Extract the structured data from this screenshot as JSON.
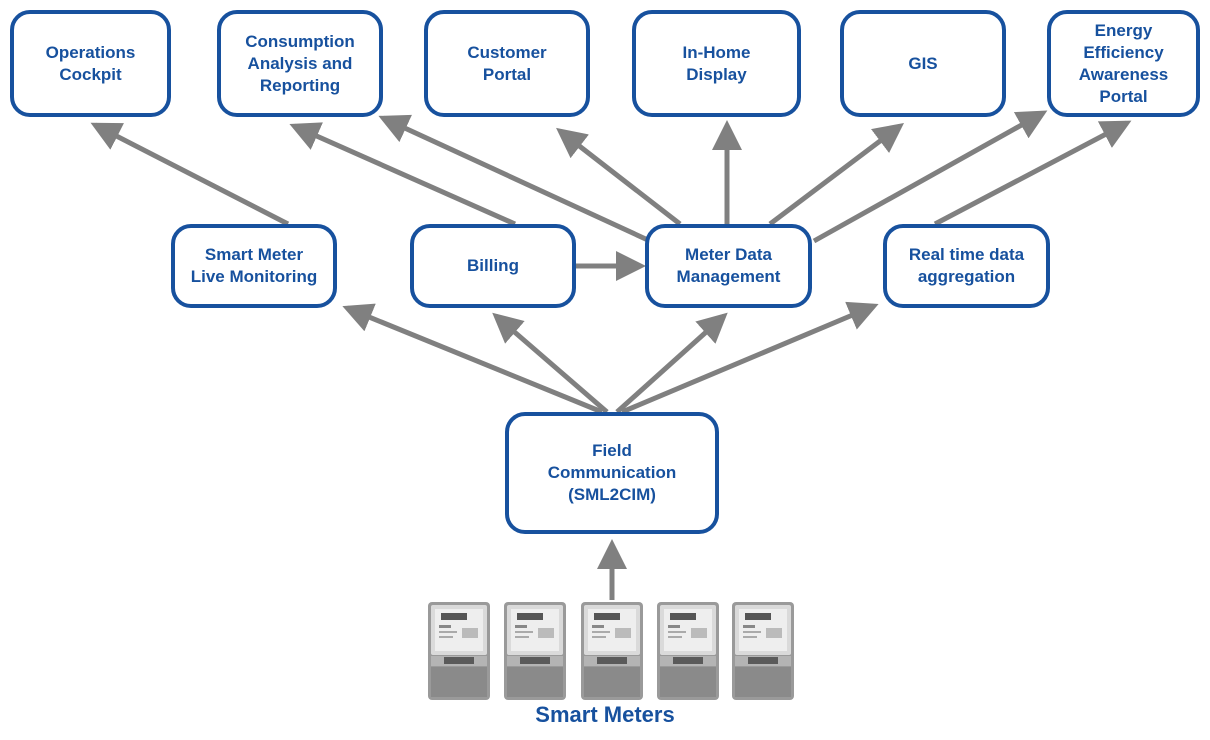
{
  "top_row": [
    {
      "id": "ops",
      "label": "Operations\nCockpit"
    },
    {
      "id": "consumption",
      "label": "Consumption\nAnalysis and\nReporting"
    },
    {
      "id": "customer",
      "label": "Customer\nPortal"
    },
    {
      "id": "inhome",
      "label": "In-Home\nDisplay"
    },
    {
      "id": "gis",
      "label": "GIS"
    },
    {
      "id": "energy",
      "label": "Energy\nEfficiency\nAwareness\nPortal"
    }
  ],
  "middle_row": [
    {
      "id": "live",
      "label": "Smart Meter\nLive Monitoring"
    },
    {
      "id": "billing",
      "label": "Billing"
    },
    {
      "id": "mdm",
      "label": "Meter Data\nManagement"
    },
    {
      "id": "realtime",
      "label": "Real time data\naggregation"
    }
  ],
  "field": {
    "label": "Field\nCommunication\n(SML2CIM)"
  },
  "meters": {
    "caption": "Smart Meters",
    "count": 5
  },
  "colors": {
    "box_border": "#17519e",
    "text": "#17519e",
    "arrow": "#808080"
  }
}
